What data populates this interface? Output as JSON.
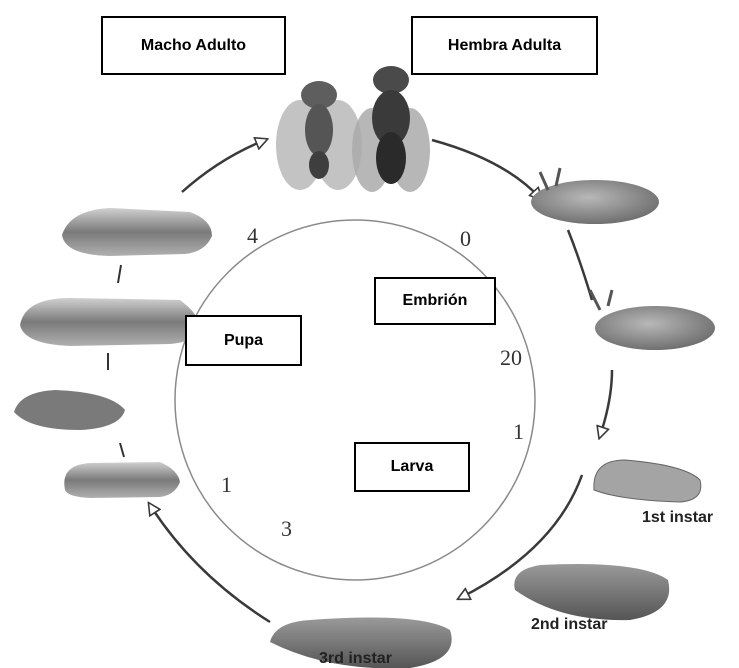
{
  "labels": {
    "macho_adulto": "Macho Adulto",
    "hembra_adulta": "Hembra Adulta",
    "embrion": "Embrión",
    "pupa": "Pupa",
    "larva": "Larva"
  },
  "numbers": {
    "embryo_start": "0",
    "embryo_end": "20",
    "larva_start": "1",
    "larva_end": "3",
    "pupa_start": "1",
    "pupa_end": "4"
  },
  "stages": {
    "first_instar": "1st instar",
    "second_instar": "2nd instar",
    "third_instar": "3rd instar"
  },
  "colors": {
    "arrow": "#3a3a3a",
    "ring": "#8a8a8a",
    "embryo": "#8a8a8a",
    "larva_light": "#a9a9a9",
    "larva_dark": "#6f6f6f",
    "pupa": "#7d7d7d",
    "fly_body": "#555555",
    "fly_wing": "#b8b8b8"
  }
}
